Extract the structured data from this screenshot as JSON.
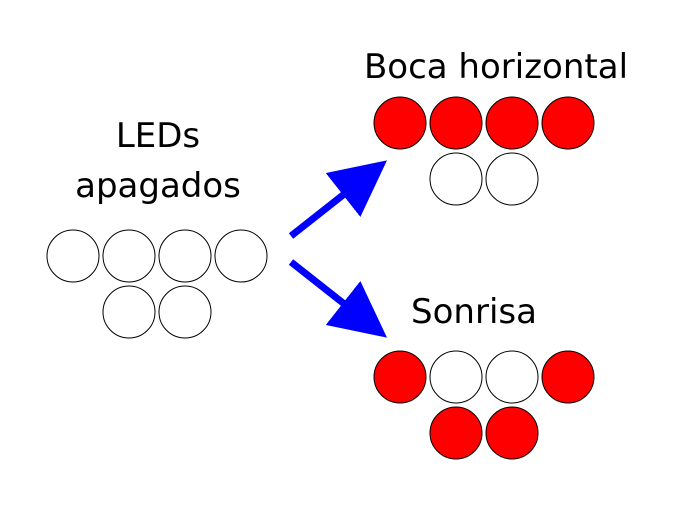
{
  "colors": {
    "led_on": "#ff0000",
    "led_off": "#ffffff",
    "arrow": "#0000ff",
    "outline": "#000000"
  },
  "labels": {
    "off_line1": "LEDs",
    "off_line2": "apagados",
    "horizontal": "Boca horizontal",
    "smile": "Sonrisa"
  },
  "groups": {
    "off": {
      "top": [
        false,
        false,
        false,
        false
      ],
      "bottom": [
        false,
        false
      ]
    },
    "horizontal": {
      "top": [
        true,
        true,
        true,
        true
      ],
      "bottom": [
        false,
        false
      ]
    },
    "smile": {
      "top": [
        true,
        false,
        false,
        true
      ],
      "bottom": [
        true,
        true
      ]
    }
  },
  "arrows": [
    "arrow-to-horizontal",
    "arrow-to-smile"
  ]
}
